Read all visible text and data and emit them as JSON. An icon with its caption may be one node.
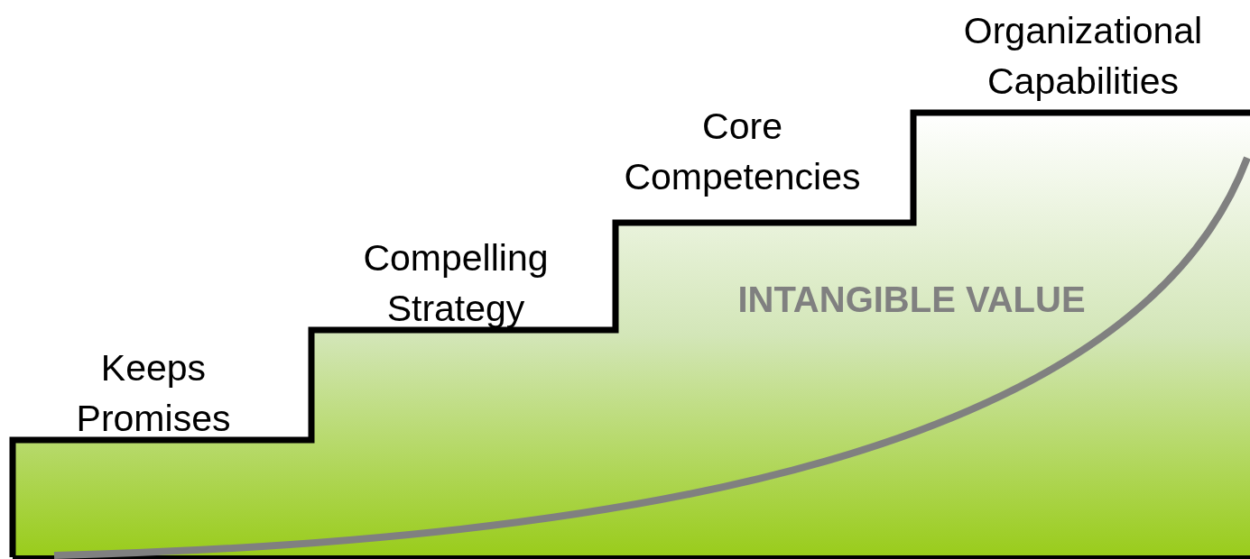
{
  "diagram": {
    "labels": [
      "Organizational Capabilities",
      "Core Competencies",
      "Compelling Strategy",
      "Keeps Promises",
      "INTANGIBLE VALUE"
    ]
  }
}
